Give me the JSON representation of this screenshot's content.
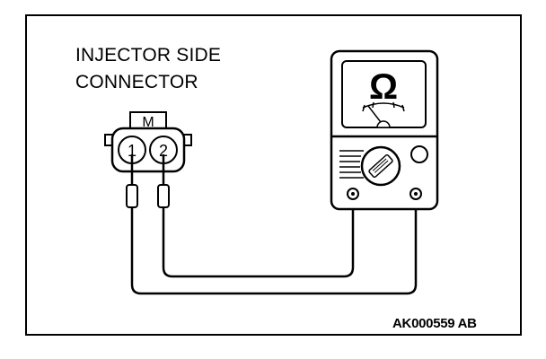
{
  "diagram": {
    "connector_label": [
      "INJECTOR SIDE",
      "CONNECTOR"
    ],
    "connector_key": "M",
    "pins": [
      "1",
      "2"
    ],
    "meter_symbol": "Ω",
    "figure_id": "AK000559 AB"
  }
}
